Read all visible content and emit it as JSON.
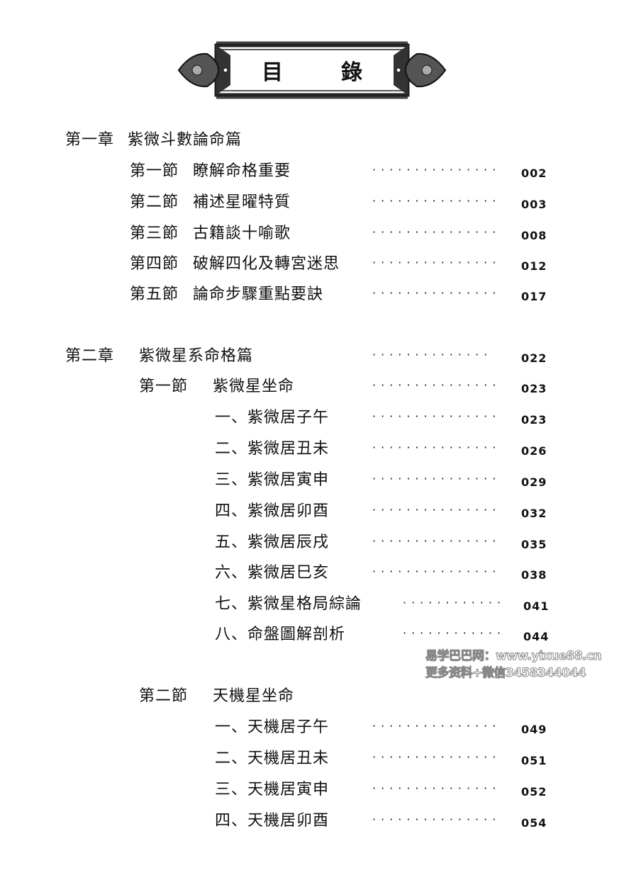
{
  "header": {
    "title_chars": [
      "目",
      "錄"
    ]
  },
  "toc": [
    {
      "kind": "chapter1",
      "label": "第一章",
      "title": "紫微斗數論命篇",
      "dots": "",
      "page": ""
    },
    {
      "kind": "sec1",
      "label": "第一節",
      "title": "瞭解命格重要",
      "dots": "···············",
      "page": "002"
    },
    {
      "kind": "sec1",
      "label": "第二節",
      "title": "補述星曜特質",
      "dots": "···············",
      "page": "003"
    },
    {
      "kind": "sec1",
      "label": "第三節",
      "title": "古籍談十喻歌",
      "dots": "···············",
      "page": "008"
    },
    {
      "kind": "sec1",
      "label": "第四節",
      "title": "破解四化及轉宮迷思",
      "dots": "···············",
      "page": "012"
    },
    {
      "kind": "sec1",
      "label": "第五節",
      "title": "論命步驟重點要訣",
      "dots": "···············",
      "page": "017"
    },
    {
      "kind": "chapter2",
      "label": "第二章",
      "title": "紫微星系命格篇",
      "dots": "··············",
      "page": "022"
    },
    {
      "kind": "sec2",
      "label": "第一節",
      "title": "紫微星坐命",
      "dots": "···············",
      "page": "023"
    },
    {
      "kind": "item",
      "label": "",
      "title": "一、紫微居子午",
      "dots": "···············",
      "page": "023"
    },
    {
      "kind": "item",
      "label": "",
      "title": "二、紫微居丑未",
      "dots": "···············",
      "page": "026"
    },
    {
      "kind": "item",
      "label": "",
      "title": "三、紫微居寅申",
      "dots": "···············",
      "page": "029"
    },
    {
      "kind": "item",
      "label": "",
      "title": "四、紫微居卯酉",
      "dots": "···············",
      "page": "032"
    },
    {
      "kind": "item",
      "label": "",
      "title": "五、紫微居辰戌",
      "dots": "···············",
      "page": "035"
    },
    {
      "kind": "item",
      "label": "",
      "title": "六、紫微居巳亥",
      "dots": "···············",
      "page": "038"
    },
    {
      "kind": "itemshort",
      "label": "",
      "title": "七、紫微星格局綜論",
      "dots": "············",
      "page": "041"
    },
    {
      "kind": "itemshort",
      "label": "",
      "title": "八、命盤圖解剖析",
      "dots": "············",
      "page": "044"
    },
    {
      "kind": "sec2",
      "label": "第二節",
      "title": "天機星坐命",
      "dots": "",
      "page": ""
    },
    {
      "kind": "item",
      "label": "",
      "title": "一、天機居子午",
      "dots": "···············",
      "page": "049"
    },
    {
      "kind": "item",
      "label": "",
      "title": "二、天機居丑未",
      "dots": "···············",
      "page": "051"
    },
    {
      "kind": "item",
      "label": "",
      "title": "三、天機居寅申",
      "dots": "···············",
      "page": "052"
    },
    {
      "kind": "item",
      "label": "",
      "title": "四、天機居卯酉",
      "dots": "···············",
      "page": "054"
    }
  ],
  "watermark": {
    "line1": "易学巴巴网：www.yixue88.cn",
    "line2": "更多资料+微信3458344044"
  }
}
